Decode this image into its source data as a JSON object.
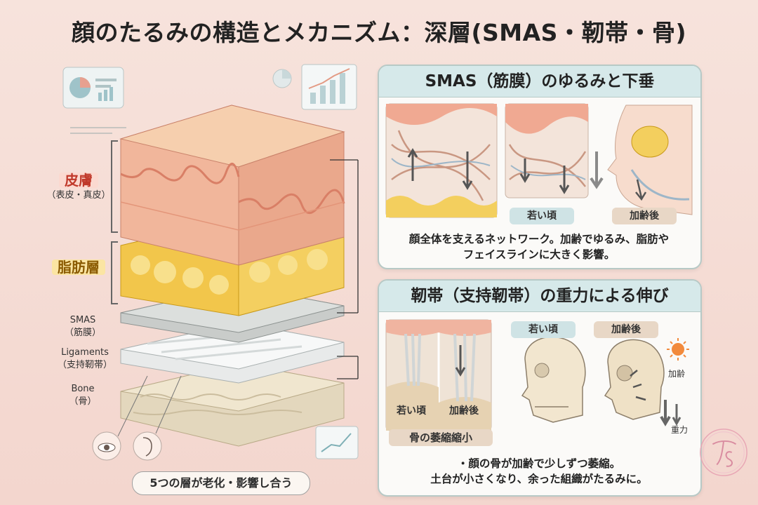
{
  "title": "顔のたるみの構造とメカニズム：深層(SMAS・靭帯・骨)",
  "left": {
    "skin_label": "皮膚",
    "skin_sub": "（表皮・真皮）",
    "fat_label": "脂肪層",
    "smas_label": "SMAS",
    "smas_sub": "（筋膜）",
    "lig_label": "Ligaments",
    "lig_sub": "（支持靭帯）",
    "bone_label": "Bone",
    "bone_sub": "（骨）",
    "bottom_note": "5つの層が老化・影響し合う"
  },
  "panel1": {
    "header": "SMAS（筋膜）のゆるみと下垂",
    "young": "若い頃",
    "aged": "加齢後",
    "caption1": "顔全体を支えるネットワーク。加齢でゆるみ、脂肪や",
    "caption2": "フェイスラインに大きく影響。"
  },
  "panel2": {
    "header": "靭帯（支持靭帯）の重力による伸び",
    "young_top": "若い頃",
    "aged_top": "加齢後",
    "young_bottom": "若い頃",
    "aged_bottom": "加齢後",
    "aging": "加齢",
    "gravity": "重力",
    "bone_tag": "骨の萎縮縮小",
    "caption1": "・顔の骨が加齢で少しずつ萎縮。",
    "caption2": "土台が小さくなり、余った組織がたるみに。"
  },
  "signature": {
    "monogram": "TS"
  }
}
